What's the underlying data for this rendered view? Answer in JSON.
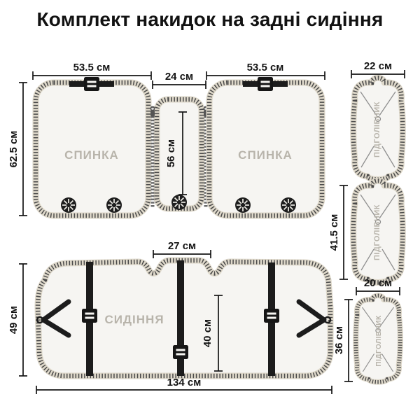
{
  "title": "Комплект накидок на задні сидіння",
  "pieces": {
    "backrest_left": {
      "label": "СПИНКА",
      "width_label": "53.5 см"
    },
    "backrest_right": {
      "label": "СПИНКА",
      "width_label": "53.5 см"
    },
    "backrest_height_label": "62.5 см",
    "middle_section": {
      "width_label": "24 см",
      "height_label": "56 см"
    },
    "seat": {
      "label": "СИДІННЯ",
      "width_label": "134 см",
      "height_label": "49 см",
      "inner_height_label": "40 см",
      "notch_width_label": "27 см"
    },
    "headrest_top": {
      "label": "ПІДГОЛІВНИК",
      "width_label": "22 см"
    },
    "headrest_middle": {
      "label": "ПІДГОЛІВНИК",
      "height_label": "41.5 см"
    },
    "headrest_bottom": {
      "label": "ПІДГОЛІВНИК",
      "width_label": "20 см",
      "height_label": "36 см"
    }
  },
  "colors": {
    "background": "#ffffff",
    "fabric_fill": "#f6f5f2",
    "stitch_dots": "#4a4a4a",
    "stitch_band": "#ded8ca",
    "piece_label_gray": "#b8b4ab",
    "strap_black": "#1c1c1c",
    "dimension_ink": "#141414"
  }
}
